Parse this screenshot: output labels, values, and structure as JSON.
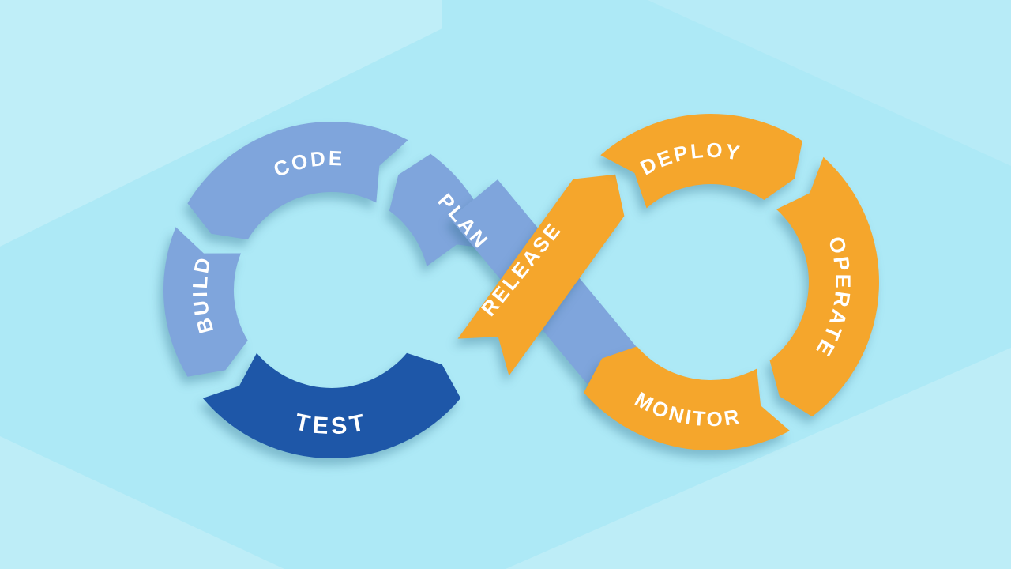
{
  "diagram": {
    "stages": {
      "plan": "PLAN",
      "code": "CODE",
      "build": "BUILD",
      "test": "TEST",
      "release": "RELEASE",
      "deploy": "DEPLOY",
      "operate": "OPERATE",
      "monitor": "MONITOR"
    },
    "colors": {
      "background": "#ade9f6",
      "light_blue": "#7fa5dc",
      "dark_blue": "#1e57a8",
      "orange": "#f5a62c",
      "label": "#ffffff"
    }
  }
}
